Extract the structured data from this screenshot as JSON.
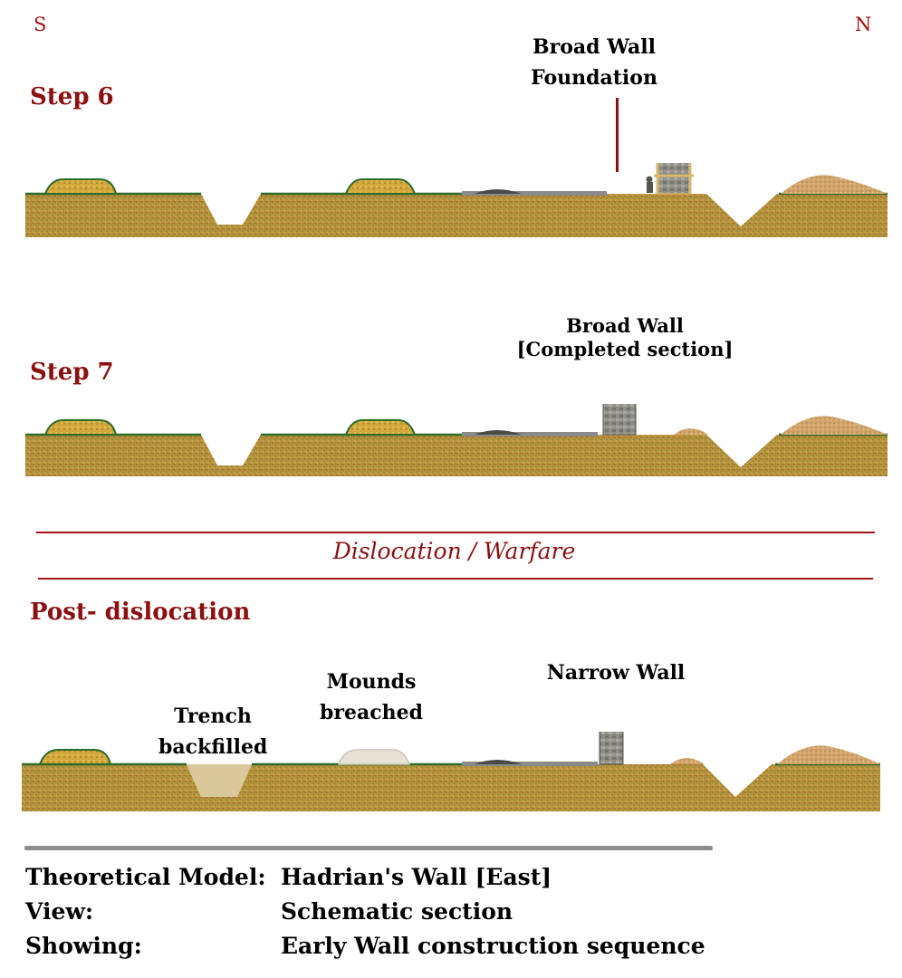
{
  "compass": {
    "south": "S",
    "north": "N"
  },
  "panels": [
    {
      "step": "Step 6",
      "labels": [
        "Broad Wall",
        "Foundation"
      ]
    },
    {
      "step": "Step 7",
      "labels": [
        "Broad Wall",
        "[Completed section]"
      ]
    },
    {
      "step": "Post- dislocation",
      "labels": [
        "Trench backfilled",
        "Mounds breached",
        "Narrow Wall"
      ]
    }
  ],
  "phase_divider": "Dislocation / Warfare",
  "caption": {
    "rows": [
      {
        "key": "Theoretical Model:",
        "value": "Hadrian's Wall [East]"
      },
      {
        "key": "View:",
        "value": "Schematic section"
      },
      {
        "key": "Showing:",
        "value": "Early Wall construction sequence"
      }
    ]
  },
  "colors": {
    "soil": "#b9953d",
    "soil_dark": "#8a6a2a",
    "grass": "#2d6b2a",
    "accent_red": "#8b1010",
    "stone": "#8e8e86",
    "backfill": "#d9c89a",
    "spoil": "#d3a46b"
  }
}
